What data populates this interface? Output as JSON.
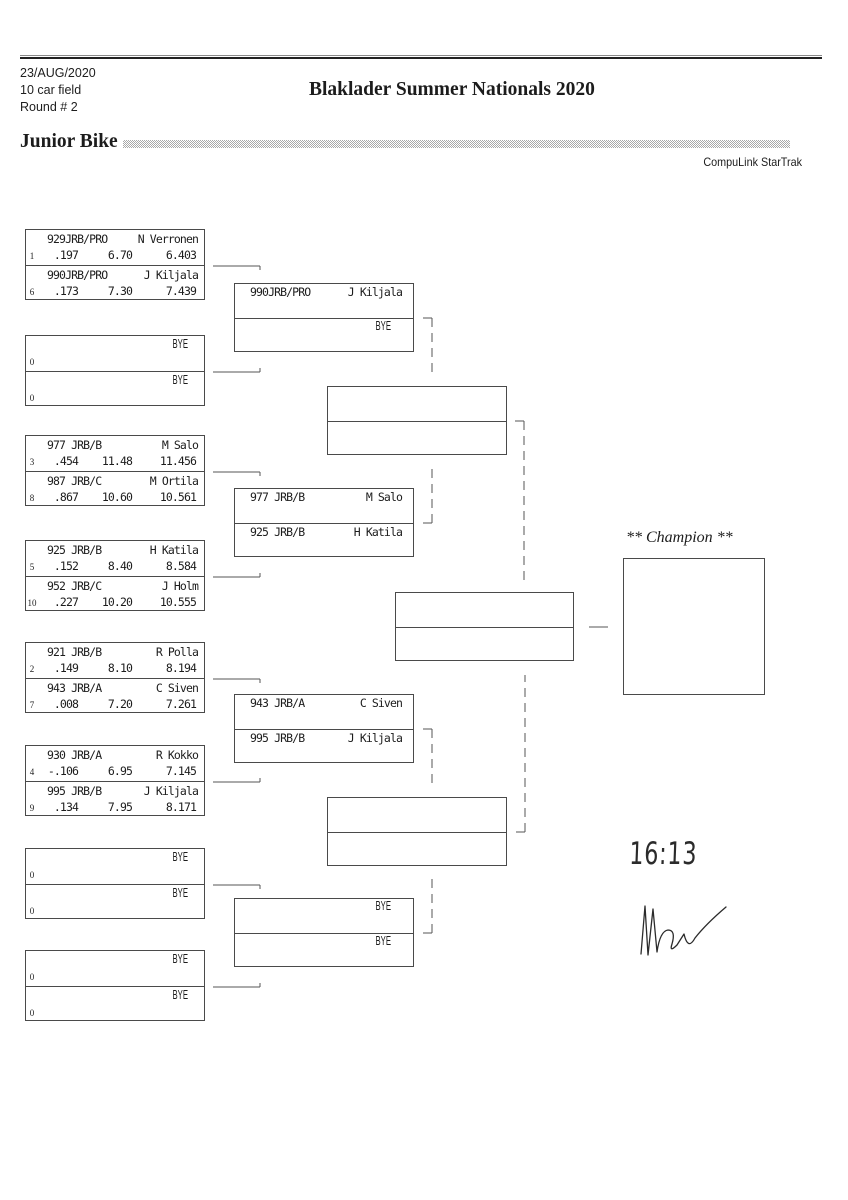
{
  "header": {
    "date": "23/AUG/2020",
    "field": "10 car field",
    "round": "Round # 2",
    "title": "Blaklader Summer Nationals 2020",
    "class_name": "Junior Bike",
    "software": "CompuLink StarTrak"
  },
  "bracket": {
    "round1": [
      {
        "lanes": [
          {
            "seed": "1",
            "entrant": "929JRB/PRO",
            "name": "N Verronen",
            "reaction": ".197",
            "dial_in": "6.70",
            "et": "6.403"
          },
          {
            "seed": "6",
            "entrant": "990JRB/PRO",
            "name": "J Kiljala",
            "reaction": ".173",
            "dial_in": "7.30",
            "et": "7.439"
          }
        ]
      },
      {
        "lanes": [
          {
            "seed": "0",
            "entrant": "",
            "name": "BYE",
            "reaction": "",
            "dial_in": "",
            "et": ""
          },
          {
            "seed": "0",
            "entrant": "",
            "name": "BYE",
            "reaction": "",
            "dial_in": "",
            "et": ""
          }
        ]
      },
      {
        "lanes": [
          {
            "seed": "3",
            "entrant": "977 JRB/B",
            "name": "M Salo",
            "reaction": ".454",
            "dial_in": "11.48",
            "et": "11.456"
          },
          {
            "seed": "8",
            "entrant": "987 JRB/C",
            "name": "M Ortila",
            "reaction": ".867",
            "dial_in": "10.60",
            "et": "10.561"
          }
        ]
      },
      {
        "lanes": [
          {
            "seed": "5",
            "entrant": "925 JRB/B",
            "name": "H Katila",
            "reaction": ".152",
            "dial_in": "8.40",
            "et": "8.584"
          },
          {
            "seed": "10",
            "entrant": "952 JRB/C",
            "name": "J Holm",
            "reaction": ".227",
            "dial_in": "10.20",
            "et": "10.555"
          }
        ]
      },
      {
        "lanes": [
          {
            "seed": "2",
            "entrant": "921 JRB/B",
            "name": "R Polla",
            "reaction": ".149",
            "dial_in": "8.10",
            "et": "8.194"
          },
          {
            "seed": "7",
            "entrant": "943 JRB/A",
            "name": "C Siven",
            "reaction": ".008",
            "dial_in": "7.20",
            "et": "7.261"
          }
        ]
      },
      {
        "lanes": [
          {
            "seed": "4",
            "entrant": "930 JRB/A",
            "name": "R Kokko",
            "reaction": "-.106",
            "dial_in": "6.95",
            "et": "7.145"
          },
          {
            "seed": "9",
            "entrant": "995 JRB/B",
            "name": "J Kiljala",
            "reaction": ".134",
            "dial_in": "7.95",
            "et": "8.171"
          }
        ]
      },
      {
        "lanes": [
          {
            "seed": "0",
            "entrant": "",
            "name": "BYE",
            "reaction": "",
            "dial_in": "",
            "et": ""
          },
          {
            "seed": "0",
            "entrant": "",
            "name": "BYE",
            "reaction": "",
            "dial_in": "",
            "et": ""
          }
        ]
      },
      {
        "lanes": [
          {
            "seed": "0",
            "entrant": "",
            "name": "BYE",
            "reaction": "",
            "dial_in": "",
            "et": ""
          },
          {
            "seed": "0",
            "entrant": "",
            "name": "BYE",
            "reaction": "",
            "dial_in": "",
            "et": ""
          }
        ]
      }
    ],
    "round2": [
      {
        "lanes": [
          {
            "entrant": "990JRB/PRO",
            "name": "J Kiljala"
          },
          {
            "entrant": "",
            "name": "BYE"
          }
        ]
      },
      {
        "lanes": [
          {
            "entrant": "977 JRB/B",
            "name": "M Salo"
          },
          {
            "entrant": "925 JRB/B",
            "name": "H Katila"
          }
        ]
      },
      {
        "lanes": [
          {
            "entrant": "943 JRB/A",
            "name": "C Siven"
          },
          {
            "entrant": "995 JRB/B",
            "name": "J Kiljala"
          }
        ]
      },
      {
        "lanes": [
          {
            "entrant": "",
            "name": "BYE"
          },
          {
            "entrant": "",
            "name": "BYE"
          }
        ]
      }
    ],
    "round3": [
      {
        "lanes": [
          {
            "entrant": "",
            "name": ""
          },
          {
            "entrant": "",
            "name": ""
          }
        ]
      },
      {
        "lanes": [
          {
            "entrant": "",
            "name": ""
          },
          {
            "entrant": "",
            "name": ""
          }
        ]
      }
    ],
    "final": {
      "lanes": [
        {
          "entrant": "",
          "name": ""
        },
        {
          "entrant": "",
          "name": ""
        }
      ]
    },
    "champion": {
      "label": "** Champion **",
      "name": ""
    }
  },
  "annotations": {
    "handwritten_time": "16:13"
  }
}
